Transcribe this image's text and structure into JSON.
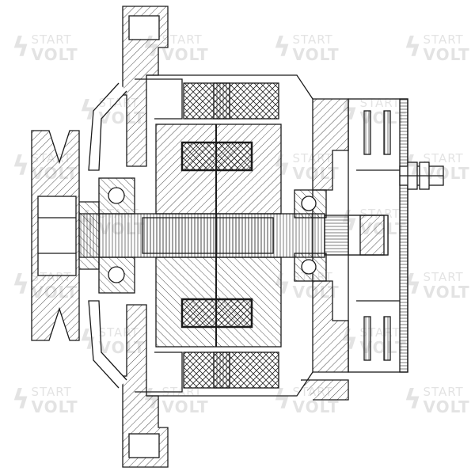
{
  "diagram": {
    "title": "Alternator cross-section drawing",
    "colors": {
      "line": "#1a1a1a",
      "background": "#ffffff",
      "watermark": "#555555"
    }
  },
  "watermark": {
    "line1": "START",
    "line2": "VOLT",
    "icon": "lightning-bolt-icon"
  }
}
